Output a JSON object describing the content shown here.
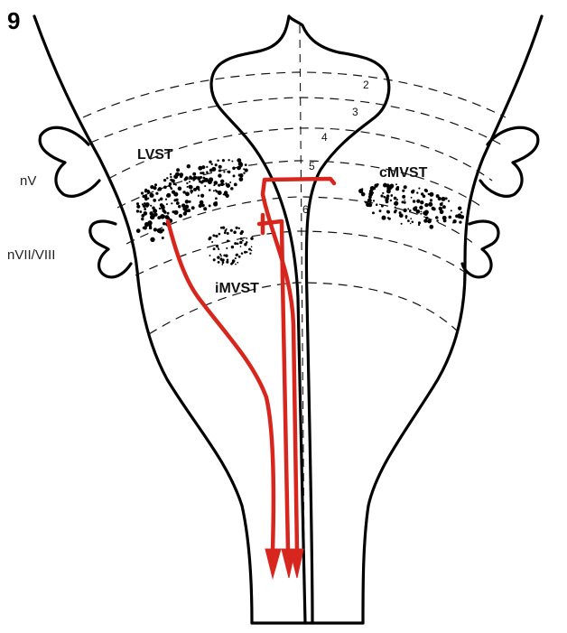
{
  "figure": {
    "number": "9"
  },
  "labels": {
    "nV": "nV",
    "nVIII": "nVII/VIII",
    "lvst": "LVST",
    "cmvst": "cMVST",
    "imvst": "iMVST"
  },
  "rhombomeres": [
    "2",
    "3",
    "4",
    "5",
    "6"
  ],
  "colors": {
    "outline": "#000000",
    "tract": "#d7261e",
    "dots": "#000000"
  }
}
